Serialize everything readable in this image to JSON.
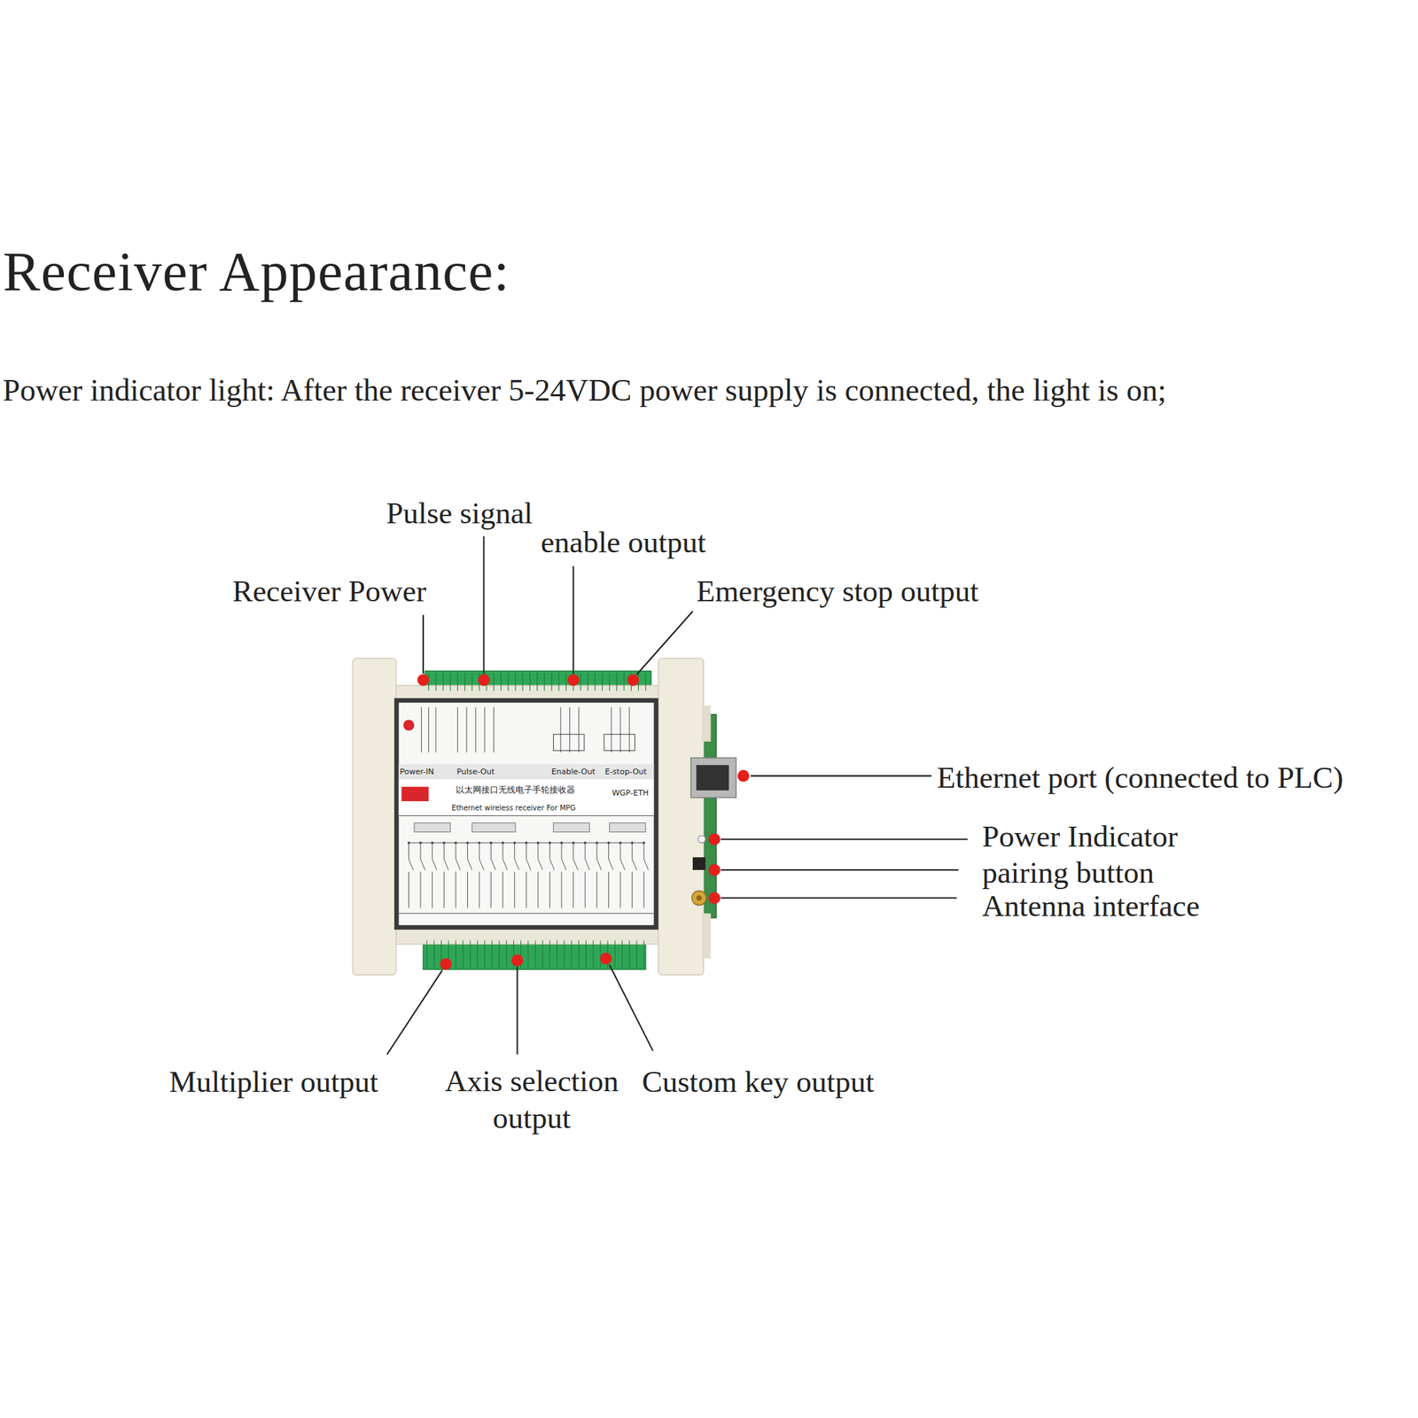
{
  "diagram": {
    "title": "Receiver Appearance:",
    "labels": [
      "Power indicator light: After the receiver 5-24VDC power supply is connected, the light is on;",
      "Pulse signal",
      "enable output",
      "Receiver Power",
      "Emergency stop output",
      "Ethernet port (connected to PLC)",
      "Power Indicator",
      "pairing button",
      "Antenna interface",
      "Multiplier output",
      "Axis selection output",
      "Custom key output",
      "Power-IN",
      "Pulse-Out",
      "Enable-Out",
      "E-stop-Out",
      "以太网接口无线电子手轮接收器",
      "WGP-ETH",
      "Ethernet wireless receiver For MPG"
    ]
  }
}
